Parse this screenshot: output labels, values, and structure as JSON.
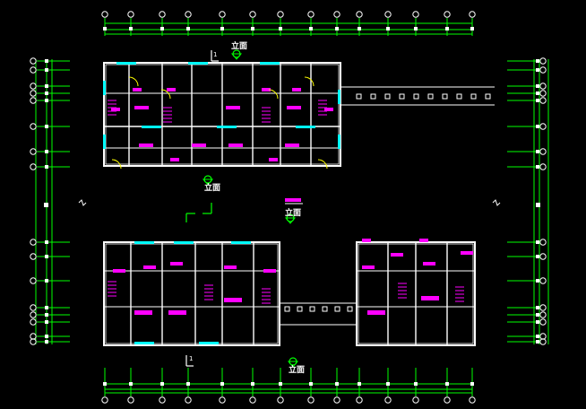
{
  "drawing": {
    "background": "#000000",
    "colors": {
      "axis": "#00ff00",
      "wall": "#ffffff",
      "window": "#00ffff",
      "door": "#ffff00",
      "room_label": "#ff00ff",
      "stair": "#ff00ff"
    },
    "elevation_marks": [
      {
        "text": "立面",
        "id": "top"
      },
      {
        "text": "立面",
        "id": "mid-left"
      },
      {
        "text": "立面",
        "id": "mid-center"
      },
      {
        "text": "立面",
        "id": "bottom"
      }
    ],
    "section_marks": [
      {
        "text": "1",
        "id": "top"
      },
      {
        "text": "1",
        "id": "bottom"
      }
    ]
  }
}
